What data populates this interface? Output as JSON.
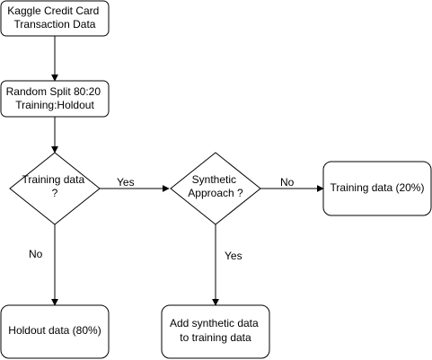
{
  "nodes": {
    "source": {
      "lines": [
        "Kaggle Credit Card",
        "Transaction Data"
      ]
    },
    "split": {
      "lines": [
        "Random Split 80:20",
        "Training:Holdout"
      ]
    },
    "decision_training": {
      "lines": [
        "Training data",
        "?"
      ]
    },
    "decision_synthetic": {
      "lines": [
        "Synthetic",
        "Approach ?"
      ]
    },
    "training_20": {
      "lines": [
        "Training data (20%)"
      ]
    },
    "holdout_80": {
      "lines": [
        "Holdout data (80%)"
      ]
    },
    "add_synthetic": {
      "lines": [
        "Add synthetic data",
        "to training data"
      ]
    }
  },
  "edges": {
    "training_yes": "Yes",
    "training_no": "No",
    "synthetic_no": "No",
    "synthetic_yes": "Yes"
  },
  "colors": {
    "stroke": "#000000",
    "fill": "#ffffff"
  }
}
